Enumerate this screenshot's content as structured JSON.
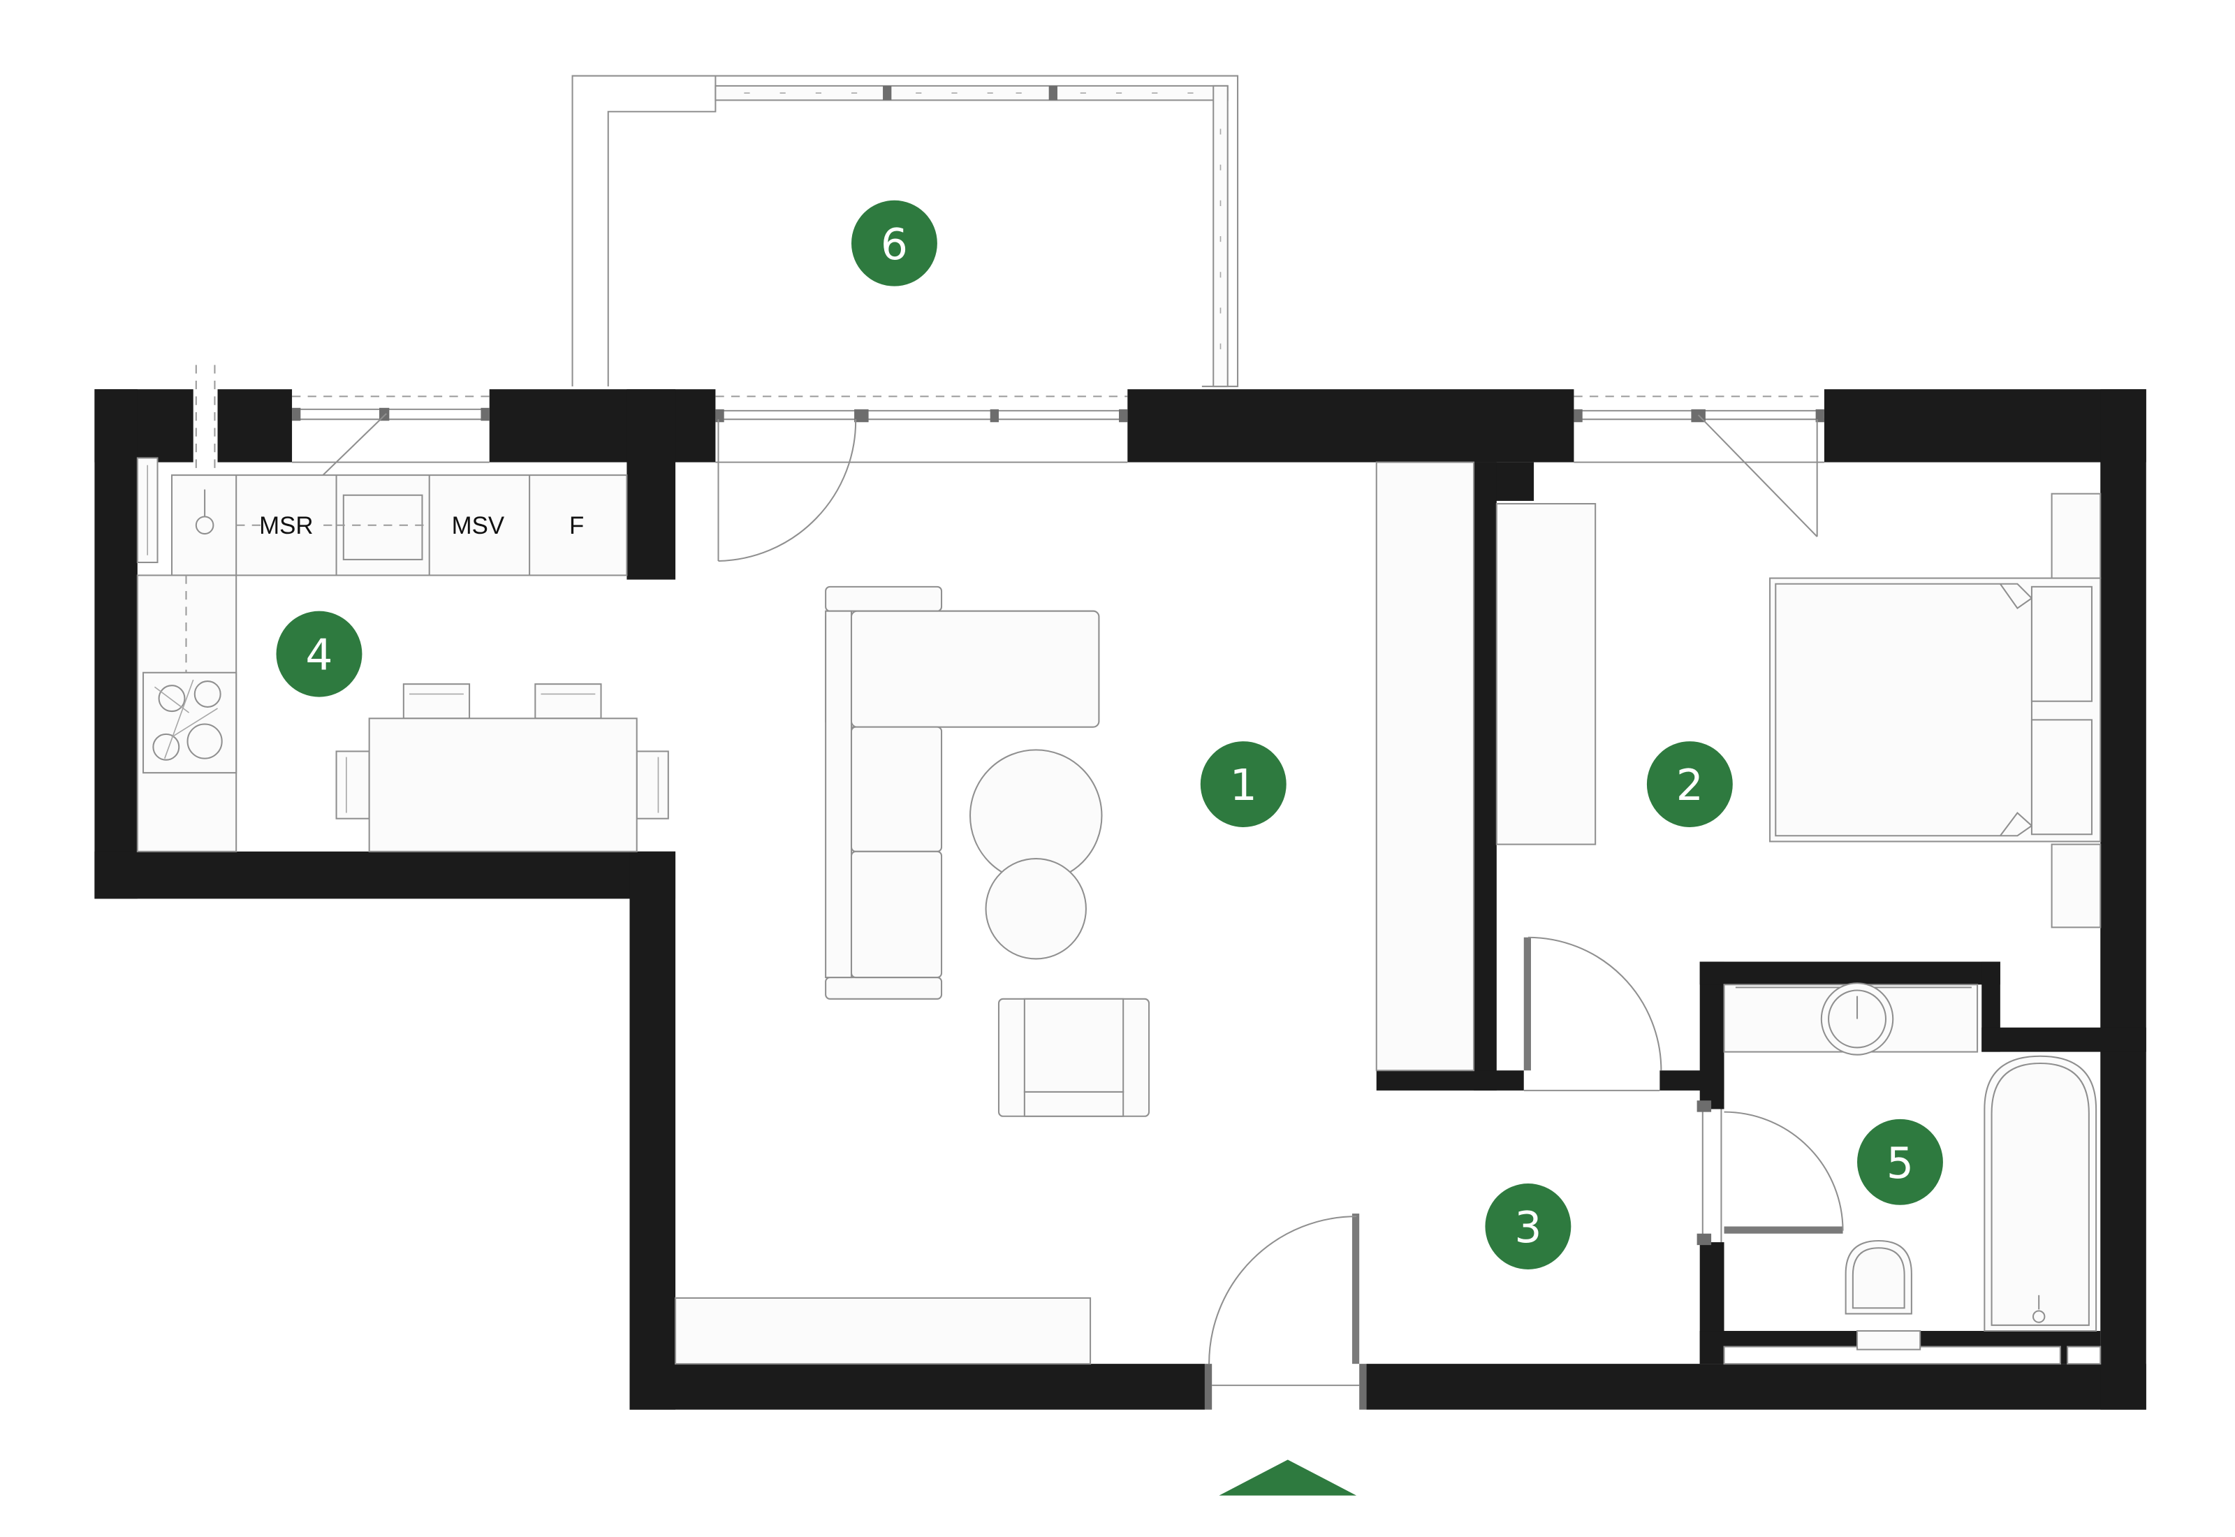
{
  "floor_plan": {
    "room_markers": [
      {
        "number": "1"
      },
      {
        "number": "2"
      },
      {
        "number": "3"
      },
      {
        "number": "4"
      },
      {
        "number": "5"
      },
      {
        "number": "6"
      }
    ],
    "kitchen": {
      "appliance_labels": [
        "MSR",
        "MSV",
        "F"
      ]
    }
  },
  "colors": {
    "room_marker": "#2e7a3f",
    "entrance_arrow": "#2e7a3f",
    "wall": "#1b1b1b"
  },
  "icons": {
    "entrance": "entrance-arrow-icon"
  }
}
